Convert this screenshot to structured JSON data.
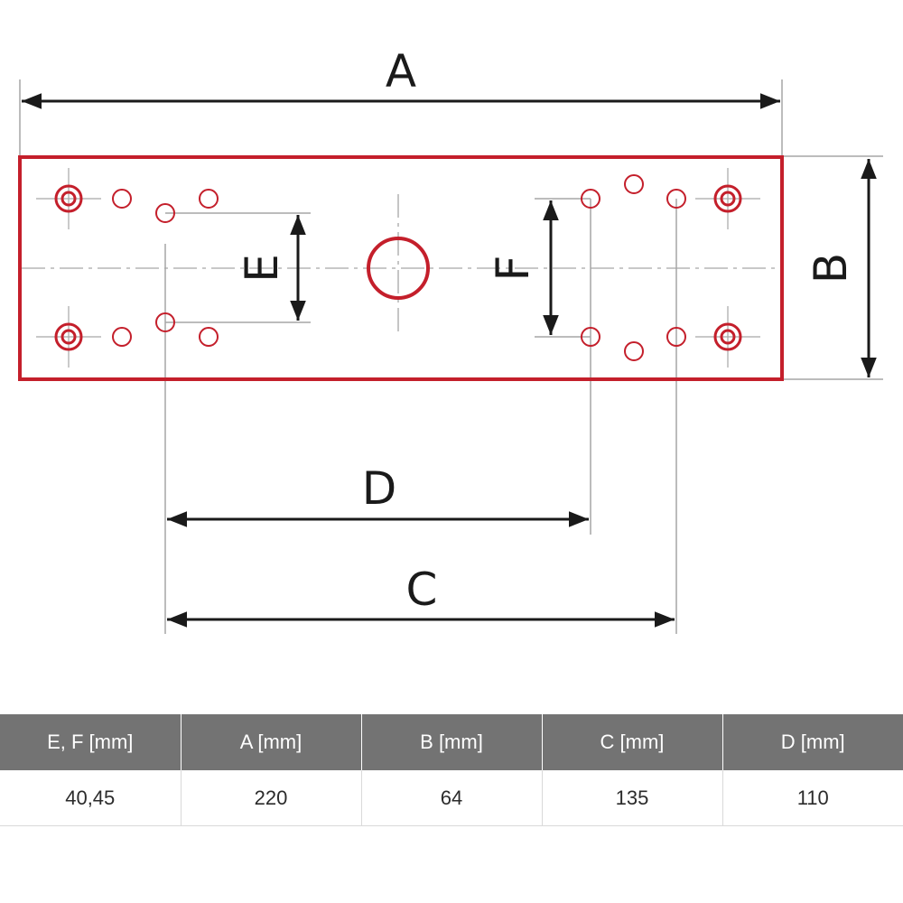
{
  "diagram": {
    "dimension_labels": {
      "a": "A",
      "b": "B",
      "c": "C",
      "d": "D",
      "e": "E",
      "f": "F"
    },
    "colors": {
      "plate_outline": "#c41f2b",
      "dimension_line": "#1a1a1a",
      "extension_line": "#a6a6a6"
    }
  },
  "spec_table": {
    "headers": [
      "E, F [mm]",
      "A [mm]",
      "B [mm]",
      "C [mm]",
      "D [mm]"
    ],
    "rows": [
      [
        "40,45",
        "220",
        "64",
        "135",
        "110"
      ]
    ],
    "colors": {
      "header_bg": "#737373",
      "header_text": "#ffffff"
    }
  }
}
